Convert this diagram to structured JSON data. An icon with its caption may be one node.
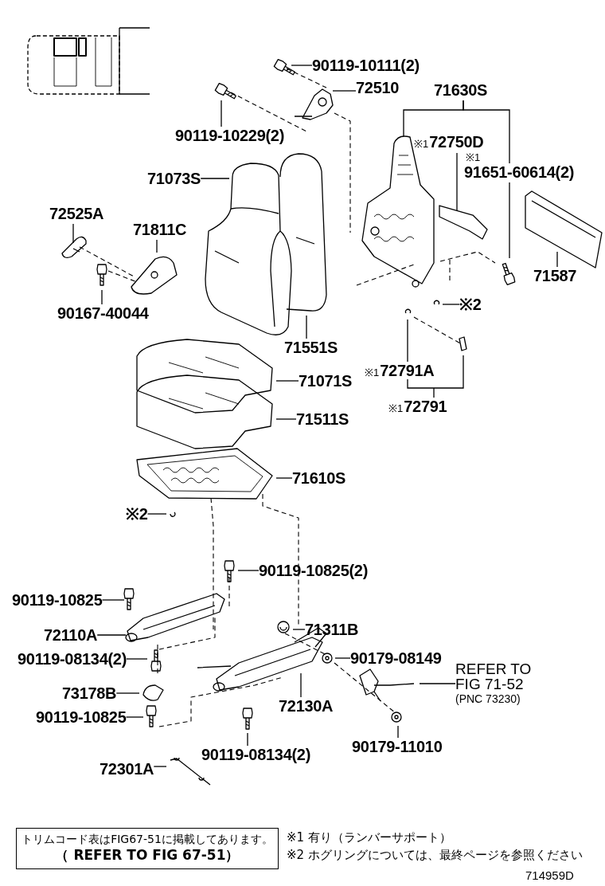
{
  "diagram": {
    "nodes": [
      {
        "text": [
          "90119-10111(2)"
        ]
      },
      {
        "text": [
          "72510"
        ]
      },
      {
        "text": [
          "71630S"
        ]
      },
      {
        "text": [
          "※1",
          "72750D"
        ]
      },
      {
        "text": [
          "※1",
          "91651-60614(2)"
        ]
      },
      {
        "text": [
          "90119-10229(2)"
        ]
      },
      {
        "text": [
          "71073S"
        ]
      },
      {
        "text": [
          "72525A"
        ]
      },
      {
        "text": [
          "71811C"
        ]
      },
      {
        "text": [
          "71587"
        ]
      },
      {
        "text": [
          "※2"
        ]
      },
      {
        "text": [
          "90167-40044"
        ]
      },
      {
        "text": [
          "71551S"
        ]
      },
      {
        "text": [
          "※1",
          "72791A"
        ]
      },
      {
        "text": [
          "71071S"
        ]
      },
      {
        "text": [
          "※1",
          "72791"
        ]
      },
      {
        "text": [
          "71511S"
        ]
      },
      {
        "text": [
          "71610S"
        ]
      },
      {
        "text": [
          "※2"
        ]
      },
      {
        "text": [
          "90119-10825(2)"
        ]
      },
      {
        "text": [
          "90119-10825"
        ]
      },
      {
        "text": [
          "72110A"
        ]
      },
      {
        "text": [
          "71311B"
        ]
      },
      {
        "text": [
          "90119-08134(2)"
        ]
      },
      {
        "text": [
          "90179-08149"
        ]
      },
      {
        "text": [
          "REFER TO FIG 71-52"
        ],
        "beside": [
          "(PNC 73230)"
        ]
      },
      {
        "text": [
          "73178B"
        ]
      },
      {
        "text": [
          "72130A"
        ]
      },
      {
        "text": [
          "90119-10825"
        ]
      },
      {
        "text": [
          "90179-11010"
        ]
      },
      {
        "text": [
          "90119-08134(2)"
        ]
      },
      {
        "text": [
          "72301A"
        ]
      },
      {
        "text": [
          "トリムコード表はFIG67-51に掲載してあります。",
          "（ REFER TO FIG 67-51）"
        ]
      },
      {
        "text": [],
        "shape": "picture"
      },
      {
        "text": [],
        "shape": "picture"
      },
      {
        "text": [],
        "shape": "picture"
      },
      {
        "text": [],
        "shape": "picture"
      },
      {
        "text": [],
        "shape": "picture"
      }
    ],
    "edges": [
      {
        "from": 0,
        "to": null,
        "arrow": "none"
      },
      {
        "from": 1,
        "to": 33,
        "arrow": "none"
      },
      {
        "from": 2,
        "to": 4,
        "arrow": "none"
      },
      {
        "from": 3,
        "to": null,
        "arrow": "none"
      },
      {
        "from": 4,
        "to": null,
        "arrow": "none"
      },
      {
        "from": 5,
        "to": null,
        "arrow": "none"
      },
      {
        "from": 6,
        "to": null,
        "arrow": "none"
      },
      {
        "from": 7,
        "to": 34,
        "arrow": "none"
      },
      {
        "from": 8,
        "to": null,
        "arrow": "none"
      },
      {
        "from": 9,
        "to": null,
        "arrow": "none"
      },
      {
        "from": 10,
        "to": null,
        "arrow": "none"
      },
      {
        "from": 11,
        "to": null,
        "arrow": "none"
      },
      {
        "from": 12,
        "to": null,
        "arrow": "none"
      },
      {
        "from": 13,
        "to": null,
        "arrow": "none"
      },
      {
        "from": 14,
        "to": null,
        "arrow": "none"
      },
      {
        "from": 15,
        "to": null,
        "arrow": "none"
      },
      {
        "from": 16,
        "to": null,
        "arrow": "none"
      },
      {
        "from": 17,
        "to": null,
        "arrow": "none"
      },
      {
        "from": 18,
        "to": null,
        "arrow": "none"
      },
      {
        "from": 19,
        "to": null,
        "arrow": "none"
      },
      {
        "from": 20,
        "to": 36,
        "arrow": "none"
      },
      {
        "from": 21,
        "to": 35,
        "arrow": "none"
      },
      {
        "from": 22,
        "to": null,
        "arrow": "none"
      },
      {
        "from": 23,
        "to": null,
        "arrow": "none"
      },
      {
        "from": 24,
        "to": null,
        "arrow": "none"
      },
      {
        "from": 25,
        "to": null,
        "arrow": "none"
      },
      {
        "from": 26,
        "to": null,
        "arrow": "none"
      },
      {
        "from": 27,
        "to": null,
        "arrow": "none"
      },
      {
        "from": 28,
        "to": null,
        "arrow": "none"
      },
      {
        "from": 29,
        "to": null,
        "arrow": "none"
      },
      {
        "from": 30,
        "to": null,
        "arrow": "none"
      },
      {
        "from": 31,
        "to": null,
        "arrow": "none"
      },
      {
        "from": 2,
        "to": 37,
        "arrow": "none"
      }
    ],
    "labels": [
      "※1 有り（ランバーサポート）",
      "※2 ホグリングについては、最終ページを参照ください",
      "714959D"
    ]
  }
}
